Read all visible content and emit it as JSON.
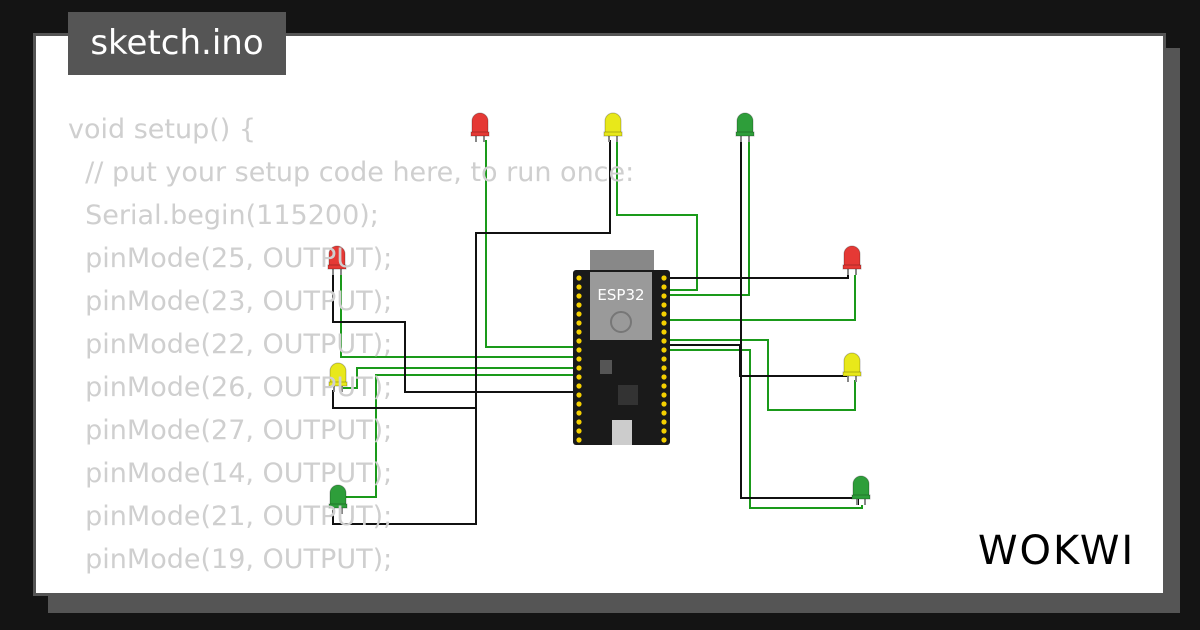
{
  "file_tab": {
    "label": "sketch.ino"
  },
  "code_lines": [
    "void setup() {",
    "  // put your setup code here, to run once:",
    "  Serial.begin(115200);",
    "  pinMode(25, OUTPUT);",
    "  pinMode(23, OUTPUT);",
    "  pinMode(22, OUTPUT);",
    "  pinMode(26, OUTPUT);",
    "  pinMode(27, OUTPUT);",
    "  pinMode(14, OUTPUT);",
    "  pinMode(21, OUTPUT);",
    "  pinMode(19, OUTPUT);"
  ],
  "board": {
    "label": "ESP32"
  },
  "brand": {
    "logo": "WOKWI"
  },
  "colors": {
    "led_red": "#e53935",
    "led_yellow": "#e8e81a",
    "led_green": "#2e9e3a",
    "wire_green": "#1a9a1a",
    "wire_black": "#111111"
  }
}
